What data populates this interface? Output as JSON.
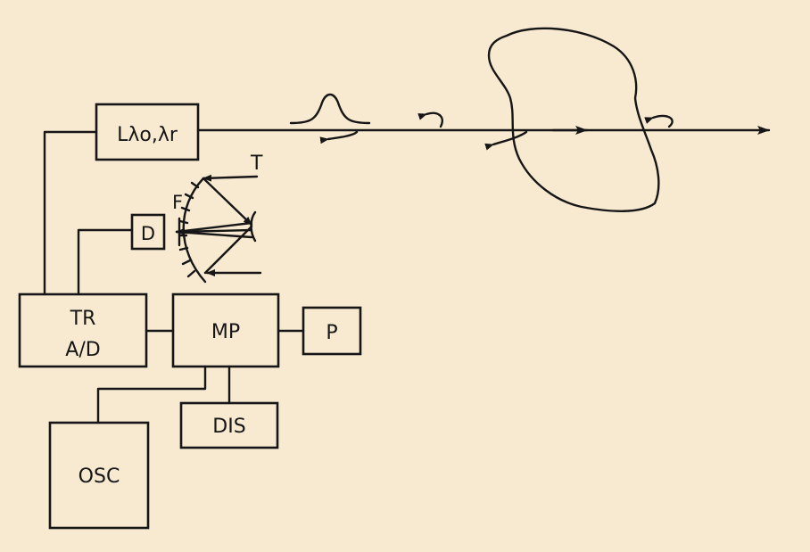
{
  "blocks": {
    "laser": "Lλo,λr",
    "detector": "D",
    "filter_label": "F",
    "telescope_label": "T",
    "tr_line1": "TR",
    "tr_line2": "A/D",
    "mp": "MP",
    "printer": "P",
    "display": "DIS",
    "oscilloscope": "OSC"
  },
  "colors": {
    "background": "#f8e9d1",
    "ink": "#161616"
  }
}
